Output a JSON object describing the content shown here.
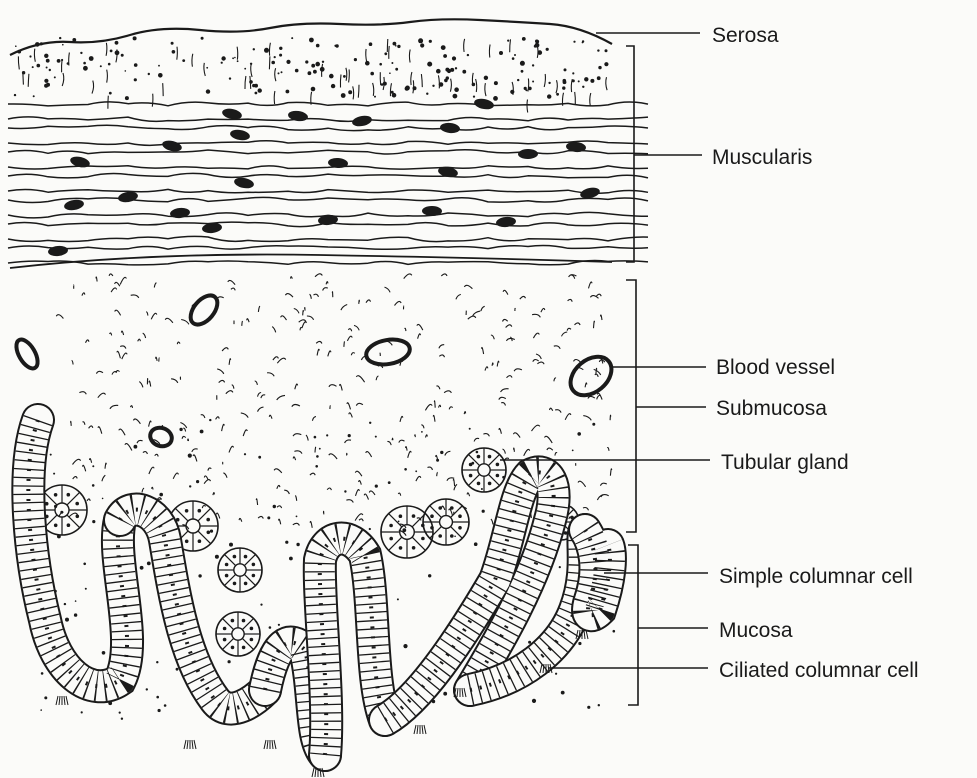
{
  "labels": {
    "serosa": "Serosa",
    "muscularis": "Muscularis",
    "blood_vessel": "Blood vessel",
    "submucosa": "Submucosa",
    "tubular_gland": "Tubular gland",
    "simple_columnar_cell": "Simple columnar cell",
    "mucosa": "Mucosa",
    "ciliated_columnar_cell": "Ciliated columnar cell"
  },
  "colors": {
    "ink": "#1a1a1a",
    "paper": "#fbfbf9"
  }
}
